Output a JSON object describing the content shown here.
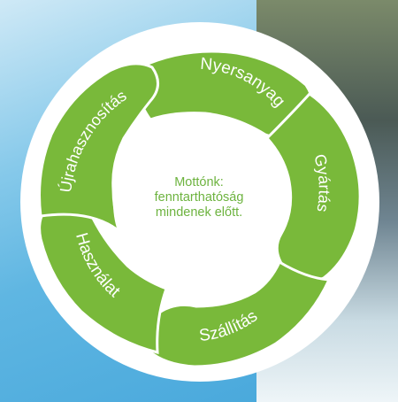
{
  "motto": {
    "line1": "Mottónk:",
    "line2": "fenntarthatóság",
    "line3": "mindenek előtt."
  },
  "cycle": {
    "steps": [
      "Nyersanyag",
      "Gyártás",
      "Szállítás",
      "Használat",
      "Újrahasznosítás"
    ]
  },
  "colors": {
    "segment_green": "#79b93a",
    "text_green": "#6db33f",
    "background_blue": "#5fb6e2"
  }
}
